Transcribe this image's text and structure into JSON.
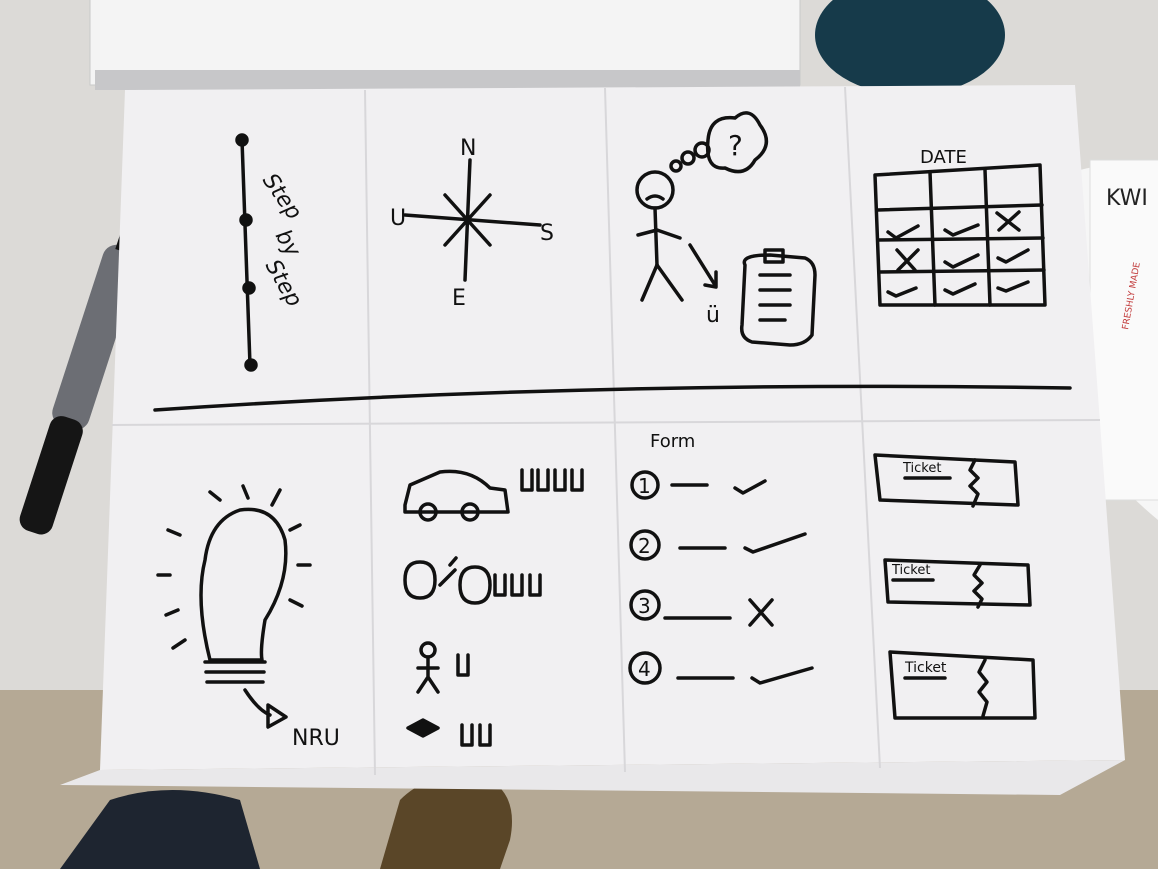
{
  "scene": {
    "colors": {
      "table": "#d9d6d3",
      "carpet": "#b7ab98",
      "paper": "#f1f0f2",
      "ink": "#111111",
      "marker_body": "#6a6c72",
      "bottle": "#163a4a"
    }
  },
  "sketches": {
    "step": {
      "word1": "Step",
      "word2": "by",
      "word3": "Step"
    },
    "compass": {
      "north": "N",
      "south": "S",
      "west": "U",
      "east": "E"
    },
    "emotion": {
      "thought": "?",
      "smile": "ü"
    },
    "calendar": {
      "title": "DATE"
    },
    "idea": {
      "label": "NRU"
    },
    "form": {
      "title": "Form",
      "n1": "1",
      "n2": "2",
      "n3": "3",
      "n4": "4"
    },
    "tickets": {
      "t1": "Ticket",
      "t2": "Ticket",
      "t3": "Ticket"
    }
  },
  "background": {
    "label_fragment": "KWI",
    "cup_text": "FRESHLY MADE"
  }
}
